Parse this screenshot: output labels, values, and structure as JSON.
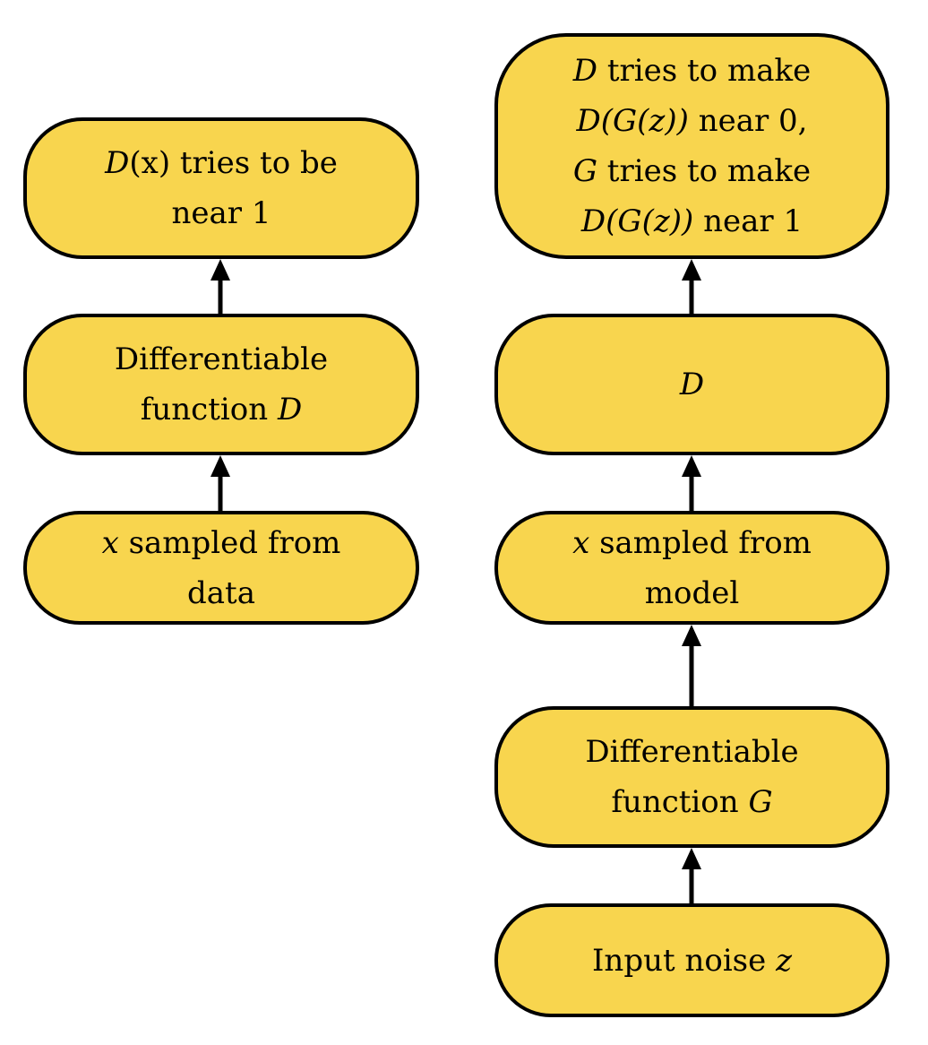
{
  "left_column": {
    "top": {
      "lines": [
        {
          "pre": "",
          "math": "D",
          "post": "(x) tries to be"
        },
        {
          "pre": "near 1",
          "math": "",
          "post": ""
        }
      ]
    },
    "middle": {
      "lines": [
        {
          "pre": "Differentiable",
          "math": "",
          "post": ""
        },
        {
          "pre": "function ",
          "math": "D",
          "post": ""
        }
      ]
    },
    "bottom": {
      "lines": [
        {
          "pre": "",
          "math": "x",
          "post": " sampled from"
        },
        {
          "pre": "data",
          "math": "",
          "post": ""
        }
      ]
    }
  },
  "right_column": {
    "top": {
      "lines": [
        {
          "pre": "",
          "math": "D",
          "post": " tries to make"
        },
        {
          "pre": "",
          "math": "D(G(z))",
          "post": " near 0,"
        },
        {
          "pre": "",
          "math": "G",
          "post": " tries to make"
        },
        {
          "pre": "",
          "math": "D(G(z))",
          "post": " near 1"
        }
      ]
    },
    "discriminator": {
      "lines": [
        {
          "pre": "",
          "math": "D",
          "post": ""
        }
      ]
    },
    "sample": {
      "lines": [
        {
          "pre": "",
          "math": "x",
          "post": " sampled from"
        },
        {
          "pre": "model",
          "math": "",
          "post": ""
        }
      ]
    },
    "generator": {
      "lines": [
        {
          "pre": "Differentiable",
          "math": "",
          "post": ""
        },
        {
          "pre": "function ",
          "math": "G",
          "post": ""
        }
      ]
    },
    "input": {
      "lines": [
        {
          "pre": "Input noise ",
          "math": "z",
          "post": ""
        }
      ]
    }
  },
  "colors": {
    "node_fill": "#f8d54e",
    "stroke": "#000000"
  }
}
